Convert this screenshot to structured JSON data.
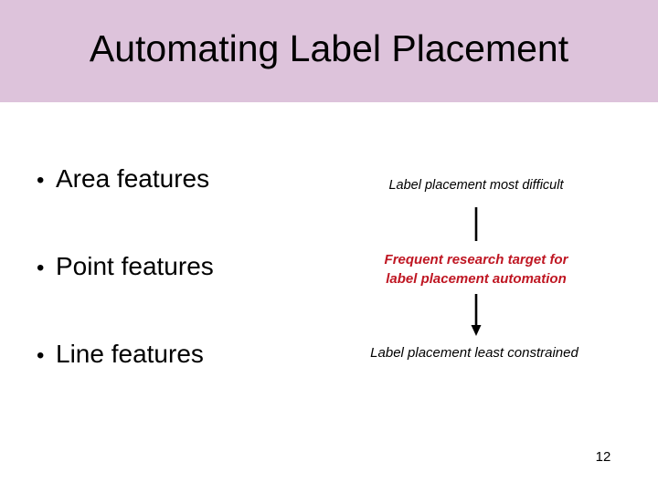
{
  "slide": {
    "title": "Automating Label Placement",
    "band_color": "#ddc3db",
    "background_color": "#ffffff",
    "page_number": "12"
  },
  "bullets": [
    {
      "marker": "•",
      "label": "Area features"
    },
    {
      "marker": "•",
      "label": "Point features"
    },
    {
      "marker": "•",
      "label": "Line features"
    }
  ],
  "diagram": {
    "top_caption": "Label placement most difficult",
    "highlight_line1": "Frequent research target for",
    "highlight_line2": "label placement automation",
    "highlight_color": "#bf1622",
    "bottom_caption": "Label placement least constrained",
    "arrow_color": "#000000"
  }
}
